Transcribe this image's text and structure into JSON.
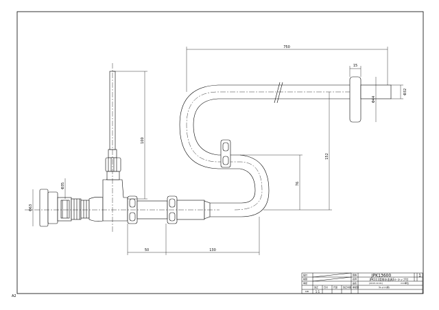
{
  "sheet": {
    "size_label": "A2"
  },
  "dimensions": {
    "total_length": "750",
    "pipe_length_100": "100",
    "offset_50": "50",
    "offset_130": "130",
    "height_152": "152",
    "height_76": "76",
    "nut_15": "15",
    "dia_44": "Φ44",
    "dia_32": "Φ32",
    "dia_35": "Φ35",
    "dia_63": "Φ63"
  },
  "title_block": {
    "drawing_number": "JPK13600",
    "sheet_number": "1",
    "product_name": "JPK111用排水金具Sトラップ付",
    "date": "[2015.10.01]",
    "scale": "1:1",
    "finish": "ｸﾛｰﾑﾒｯｷ(銅)",
    "label_design": "設計",
    "label_check": "検図",
    "label_approve": "承認",
    "label_revision": "改正",
    "label_date": "日付",
    "label_scale": "尺度",
    "label_name": "名称",
    "label_number": "図番",
    "label_unit": "mm単位",
    "label_a": "品名",
    "label_b": "承認図",
    "label_c": "改正内容",
    "label_logo": "KIB"
  }
}
